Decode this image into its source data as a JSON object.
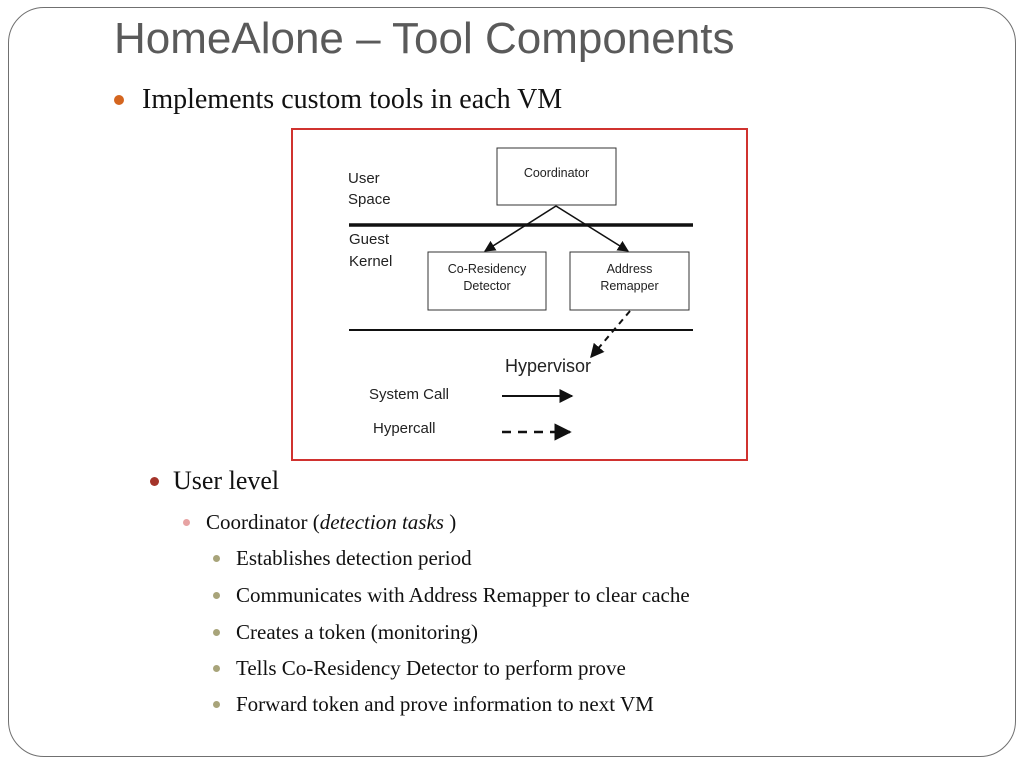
{
  "slide": {
    "title": "HomeAlone – Tool Components",
    "bullet1": "Implements custom tools in each VM",
    "diagram": {
      "user_space": [
        "User",
        "Space"
      ],
      "guest_kernel": [
        "Guest",
        "Kernel"
      ],
      "coordinator": "Coordinator",
      "co_residency": [
        "Co-Residency",
        "Detector"
      ],
      "address_remapper": [
        "Address",
        "Remapper"
      ],
      "hypervisor": "Hypervisor",
      "legend_system_call": "System Call",
      "legend_hypercall": "Hypercall",
      "colors": {
        "frame": "#d0322f",
        "ink": "#111111"
      }
    },
    "user_level": "User level",
    "coordinator_label": "Coordinator (",
    "coordinator_italic": "detection tasks",
    "coordinator_close": " )",
    "tasks": [
      "Establishes detection period",
      "Communicates with Address Remapper to clear cache",
      "Creates a token (monitoring)",
      "Tells Co-Residency Detector to perform prove",
      "Forward token and prove information to next VM"
    ],
    "bullet_colors": {
      "level1": "#d4651f",
      "level2": "#a4342a",
      "level3": "#e7a3a3",
      "level4": "#a8a47a"
    }
  }
}
